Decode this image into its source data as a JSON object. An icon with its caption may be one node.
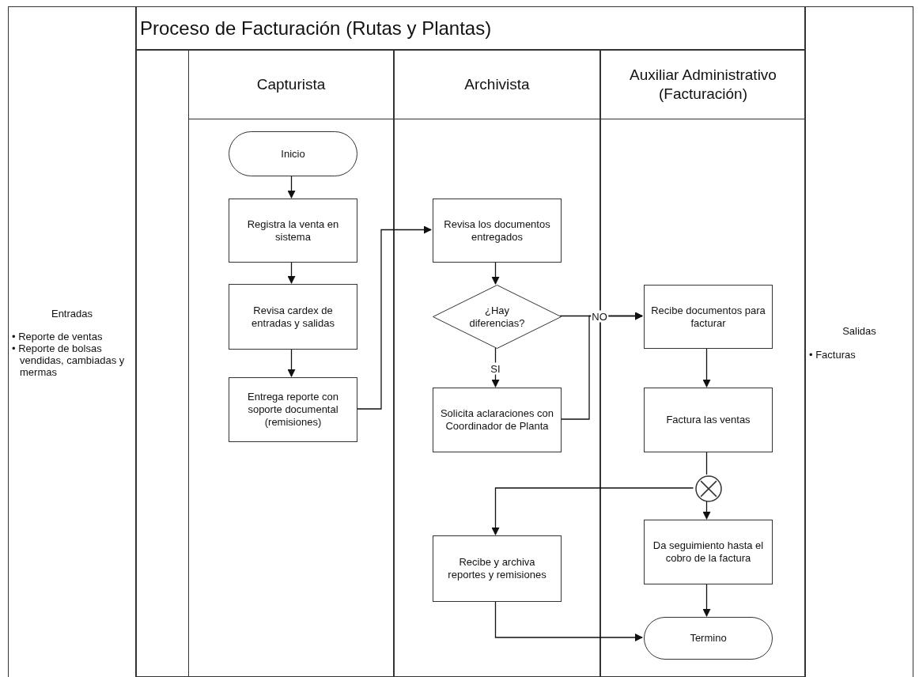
{
  "diagram": {
    "nodes": [
      {
        "text": [
          "Entradas",
          "• Reporte de ventas",
          "• Reporte de bolsas vendidas, cambiadas y mermas"
        ]
      },
      {
        "text": [
          "Proceso de Facturación (Rutas y Plantas)"
        ]
      },
      {
        "text": [
          "Capturista"
        ],
        "in": 1
      },
      {
        "text": [
          "Archivista"
        ],
        "in": 1
      },
      {
        "text": [
          "Auxiliar Administrativo (Facturación)"
        ],
        "in": 1
      },
      {
        "text": [
          "Salidas",
          "• Facturas"
        ]
      },
      {
        "text": [
          "Inicio"
        ],
        "in": 2
      },
      {
        "text": [
          "Registra la venta en sistema"
        ],
        "in": 2
      },
      {
        "text": [
          "Revisa cardex de entradas y salidas"
        ],
        "in": 2
      },
      {
        "text": [
          "Entrega reporte con soporte documental (remisiones)"
        ],
        "in": 2
      },
      {
        "text": [
          "Revisa los documentos entregados"
        ],
        "in": 3
      },
      {
        "text": [
          "¿Hay diferencias?"
        ],
        "in": 3
      },
      {
        "text": [
          "Solicita aclaraciones con Coordinador de Planta"
        ],
        "in": 3
      },
      {
        "text": [
          "Recibe y archiva reportes y remisiones"
        ],
        "in": 3
      },
      {
        "text": [
          "Recibe documentos para facturar"
        ],
        "in": 4
      },
      {
        "text": [
          "Factura las ventas"
        ],
        "in": 4
      },
      {
        "text": [],
        "shape": "circle",
        "in": 4
      },
      {
        "text": [
          "Da seguimiento hasta el cobro de la factura"
        ],
        "in": 4
      },
      {
        "text": [
          "Termino"
        ],
        "in": 4
      }
    ],
    "edges": [
      {
        "from": 6,
        "to": 7,
        "arrow": "to"
      },
      {
        "from": 7,
        "to": 8,
        "arrow": "to"
      },
      {
        "from": 8,
        "to": 9,
        "arrow": "to"
      },
      {
        "from": 9,
        "to": 10,
        "arrow": "to"
      },
      {
        "from": 10,
        "to": 11,
        "arrow": "to"
      },
      {
        "from": 11,
        "to": 12,
        "arrow": "to",
        "label": "SI"
      },
      {
        "from": 11,
        "to": 14,
        "arrow": "to",
        "label": "NO"
      },
      {
        "from": 12,
        "to": 14,
        "arrow": "to"
      },
      {
        "from": 14,
        "to": 15,
        "arrow": "to"
      },
      {
        "from": 15,
        "to": 16,
        "arrow": "none"
      },
      {
        "from": 16,
        "to": 13,
        "arrow": "to"
      },
      {
        "from": 16,
        "to": 17,
        "arrow": "to"
      },
      {
        "from": 17,
        "to": 18,
        "arrow": "to"
      },
      {
        "from": 13,
        "to": 18,
        "arrow": "to"
      }
    ]
  }
}
